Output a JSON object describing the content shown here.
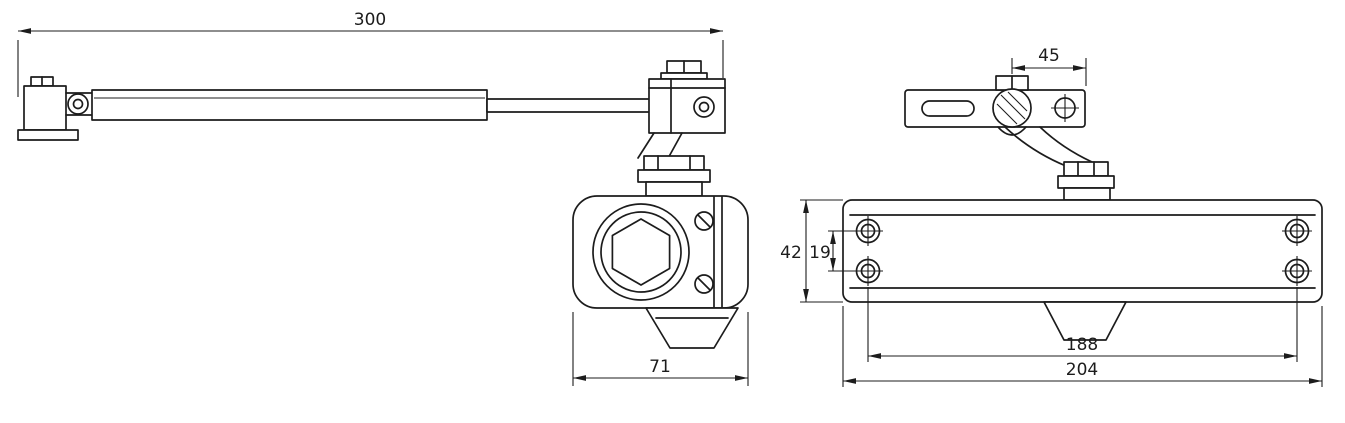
{
  "drawing": {
    "colors": {
      "line": "#1c1c1c",
      "background": "#ffffff"
    },
    "dimensions": {
      "arm_length": "300",
      "bracket_span": "45",
      "body_height": "42",
      "hole_offset": "19",
      "closer_depth": "71",
      "hole_spacing": "188",
      "body_length": "204"
    }
  }
}
